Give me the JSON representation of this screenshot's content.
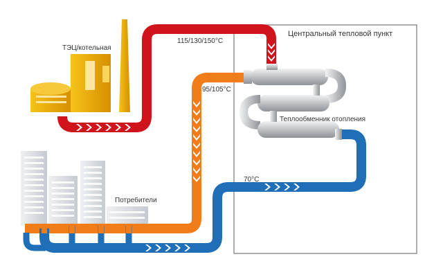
{
  "labels": {
    "station": "ТЭЦ/котельная",
    "heat_point": "Центральный тепловой пункт",
    "exchanger": "Теплообменник отопления",
    "consumers": "Потребители",
    "supply_temp": "115/130/150°C",
    "secondary_temp": "95/105°C",
    "return_temp": "70°C"
  },
  "colors": {
    "supply": "#d0141c",
    "secondary": "#f07d1a",
    "return": "#1e6fb8",
    "plant": "#e8a200",
    "exchanger": "#b8babd",
    "building": "#d5d9de",
    "frame": "#777777"
  }
}
